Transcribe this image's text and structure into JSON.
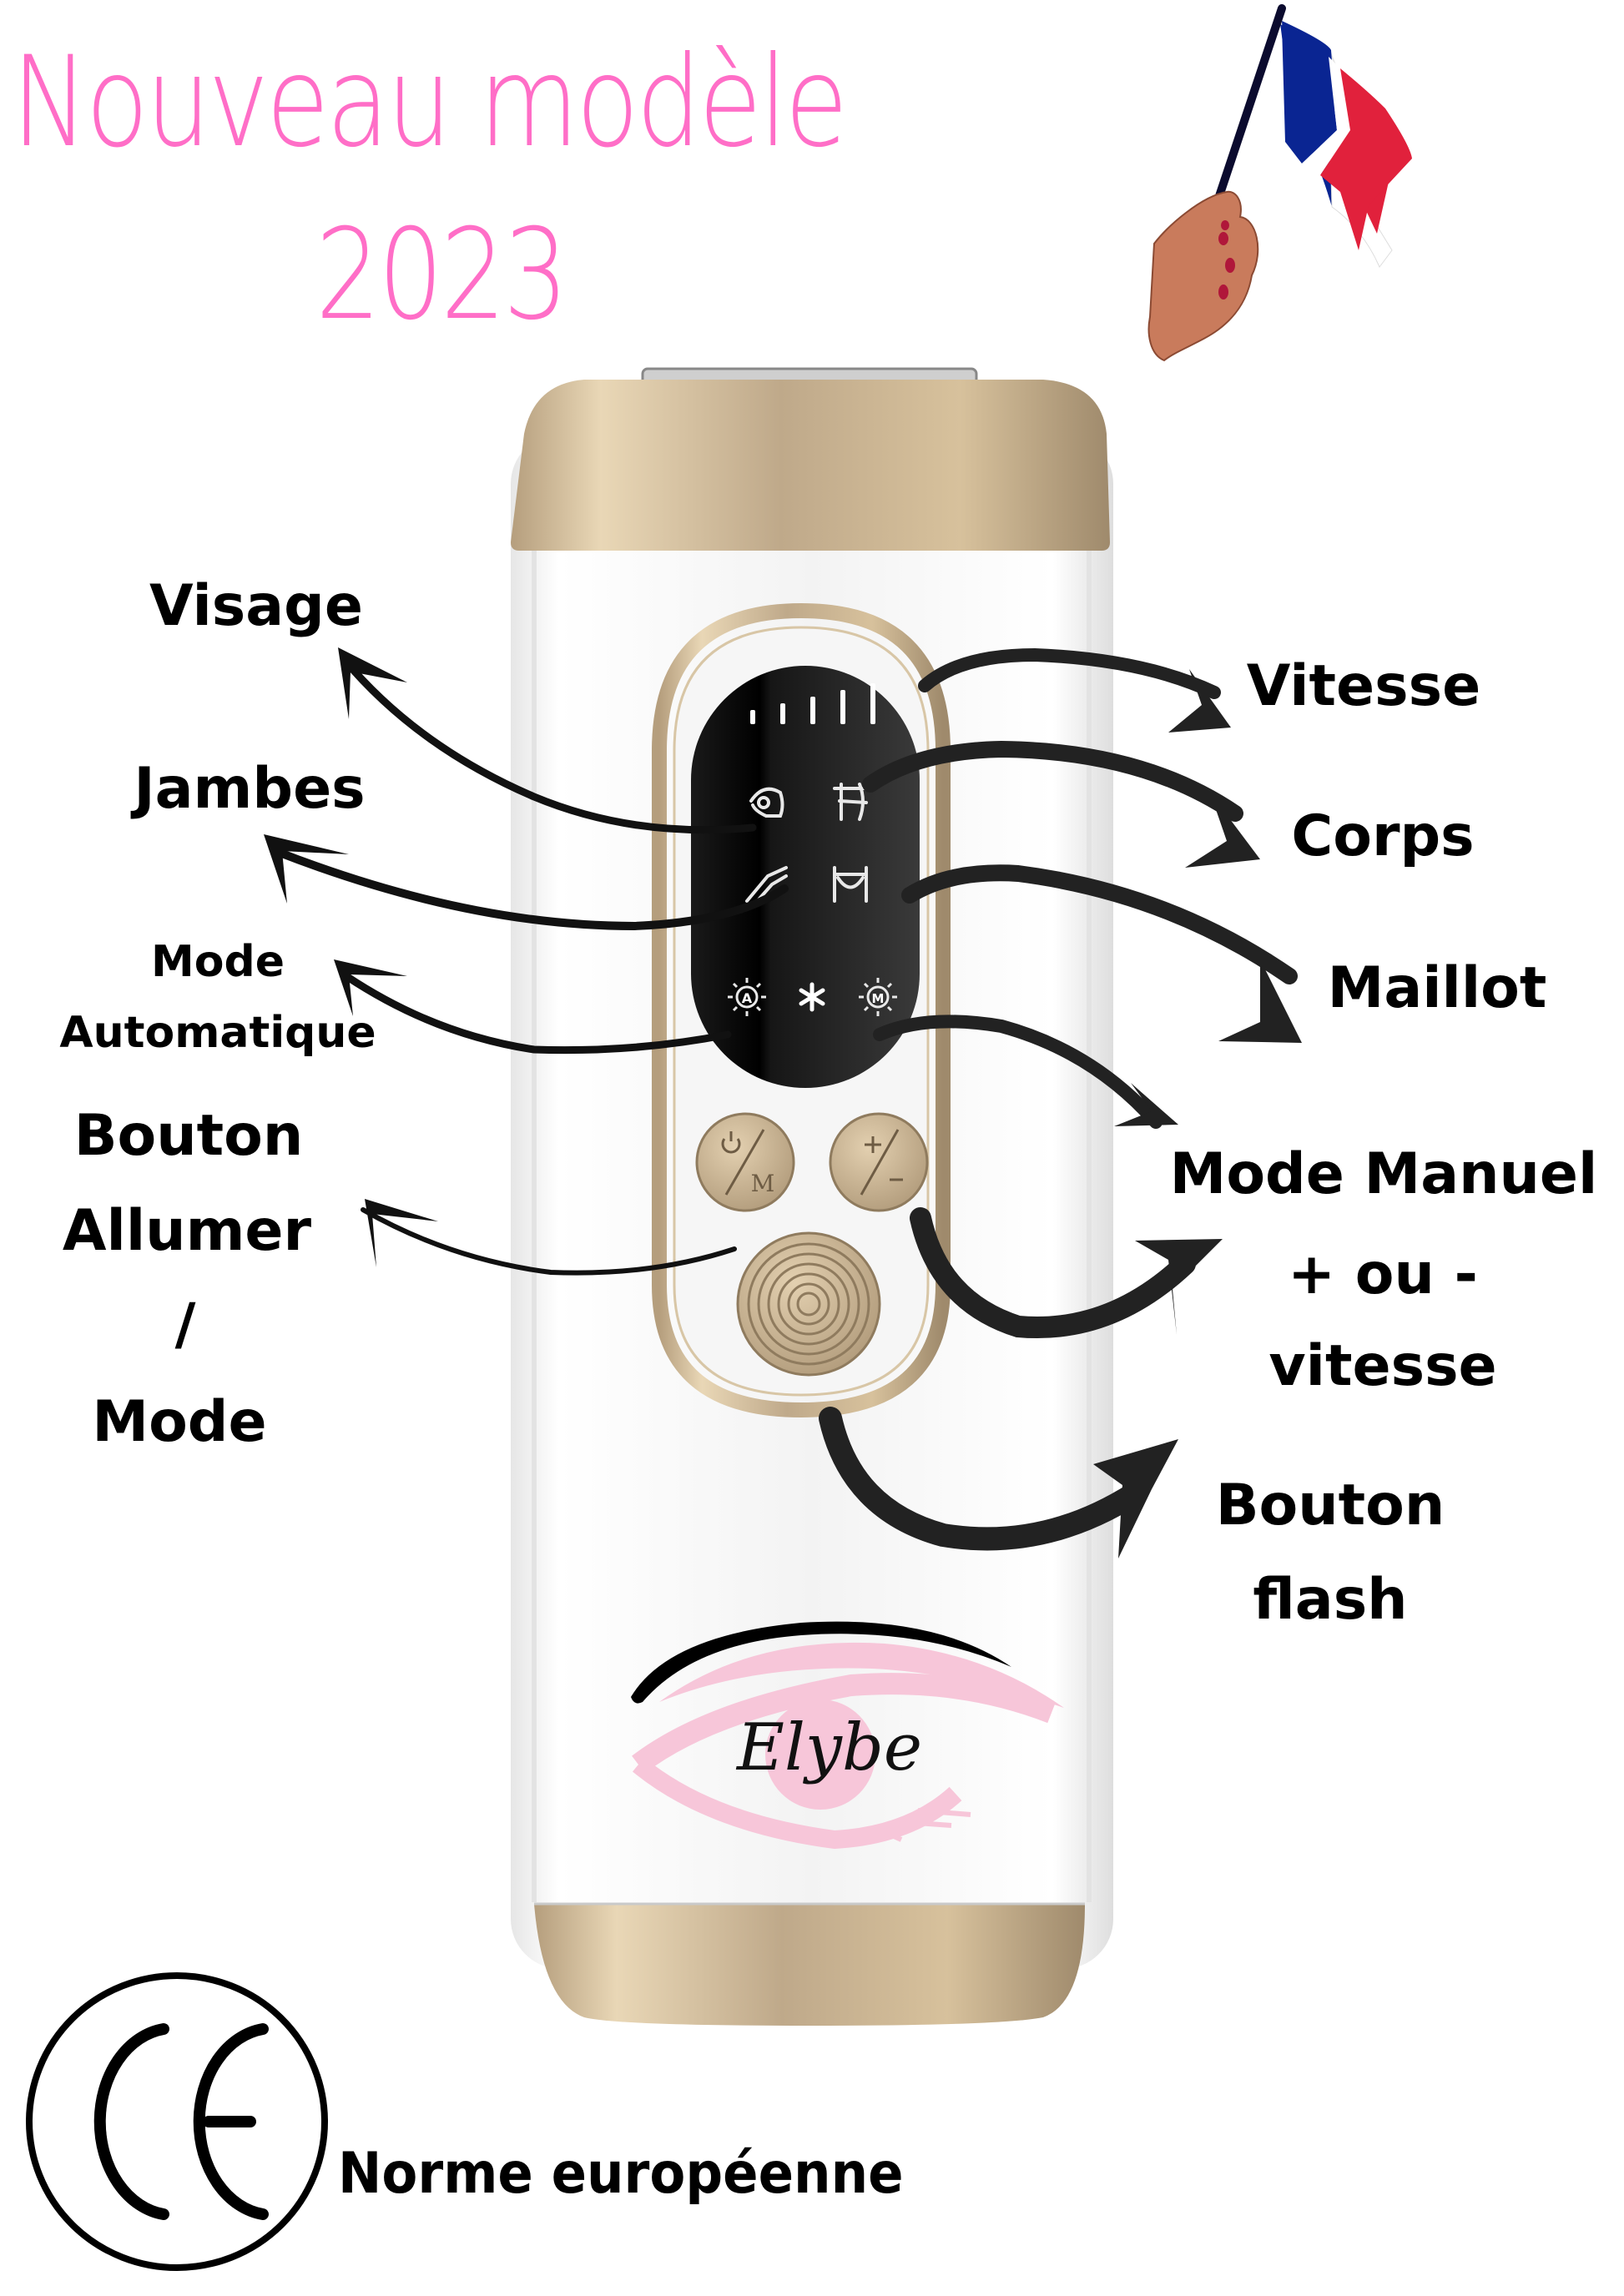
{
  "header": {
    "title_line1": "Nouveau modèle",
    "title_line2": "2023",
    "title_color": "#ff6ec7",
    "flag_icon": "french-flag-in-hand-icon",
    "flag_colors": [
      "#002395",
      "#ffffff",
      "#e1213c"
    ]
  },
  "device": {
    "name": "IPL hair removal device",
    "body_color": "#f2f2f2",
    "accent_color": "#c9b08a",
    "screen_color": "#111111",
    "speed_bars": 5,
    "screen_icons": [
      "face-icon",
      "body-icon",
      "legs-icon",
      "bikini-icon",
      "auto-mode-icon",
      "cooling-snowflake-icon",
      "manual-mode-icon"
    ],
    "auto_glyph": "A",
    "manual_glyph": "M",
    "buttons": {
      "power_mode": {
        "top": "⏻",
        "bottom": "M"
      },
      "plus_minus": {
        "top": "+",
        "bottom": "−"
      },
      "flash": "flash-button"
    }
  },
  "labels_left": {
    "visage": "Visage",
    "jambes": "Jambes",
    "mode_auto_line1": "Mode",
    "mode_auto_line2": "Automatique",
    "power_line1": "Bouton",
    "power_line2": "Allumer",
    "power_line3": "/",
    "power_line4": "Mode"
  },
  "labels_right": {
    "vitesse": "Vitesse",
    "corps": "Corps",
    "maillot": "Maillot",
    "manual_line1": "Mode Manuel",
    "manual_line2": "+ ou -",
    "manual_line3": "vitesse",
    "flash_line1": "Bouton",
    "flash_line2": "flash"
  },
  "logo": {
    "brand": "Elybe",
    "eye_color": "#f7c6d9",
    "brow_color": "#000000"
  },
  "footer": {
    "ce_mark": "CE",
    "norme": "Norme européenne"
  }
}
